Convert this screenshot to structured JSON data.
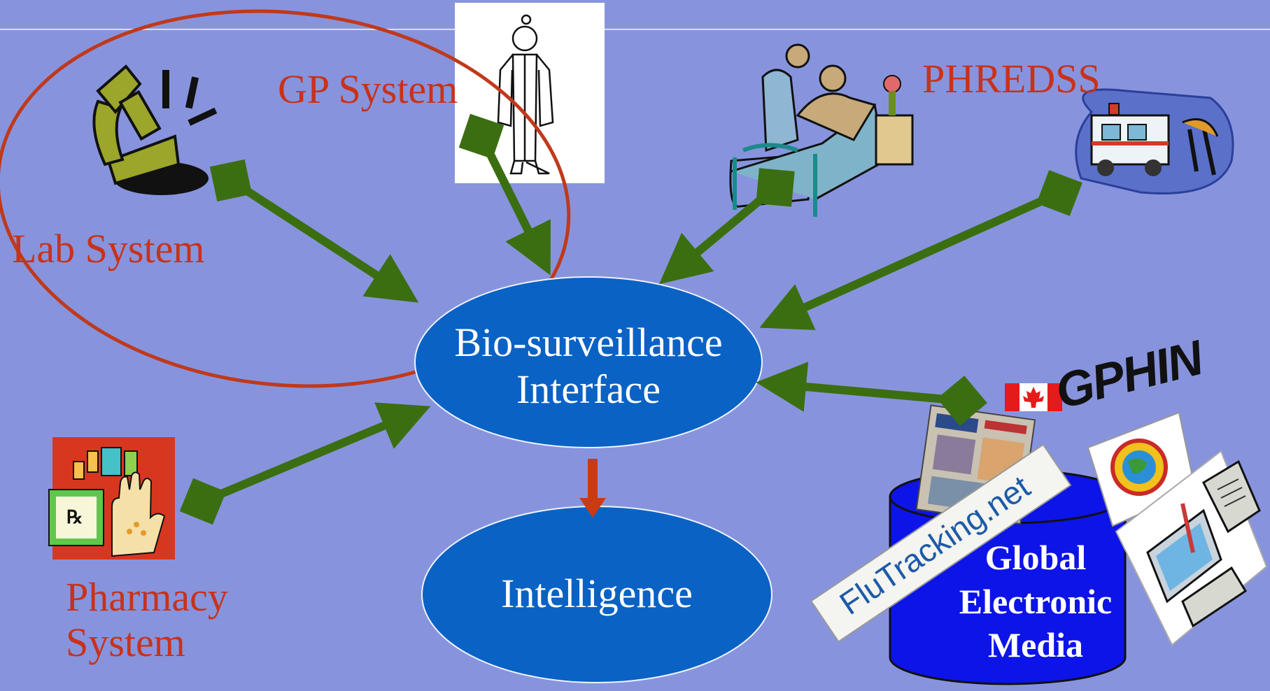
{
  "systems": {
    "gp": "GP System",
    "lab": "Lab System",
    "phredss": "PHREDSS",
    "pharmacy_line1": "Pharmacy",
    "pharmacy_line2": "System"
  },
  "nodes": {
    "interface_line1": "Bio-surveillance",
    "interface_line2": "Interface",
    "intelligence": "Intelligence"
  },
  "media": {
    "gphin": "GPHIN",
    "flutracking": "FluTracking.net",
    "db_line1": "Global",
    "db_line2": "Electronic",
    "db_line3": "Media"
  },
  "colors": {
    "background": "#8794dd",
    "node_fill": "#0a62c4",
    "arrow_green": "#3b6e10",
    "arrow_red": "#cc3a12",
    "label_red": "#c8321a",
    "circle_outline": "#c0391b"
  },
  "icons": [
    "microscope-icon",
    "doctor-icon",
    "hospital-bed-icon",
    "ambulance-icon",
    "pharmacy-icon",
    "canada-flag-icon",
    "newspaper-icon",
    "globe-badge-icon",
    "computer-icon"
  ]
}
